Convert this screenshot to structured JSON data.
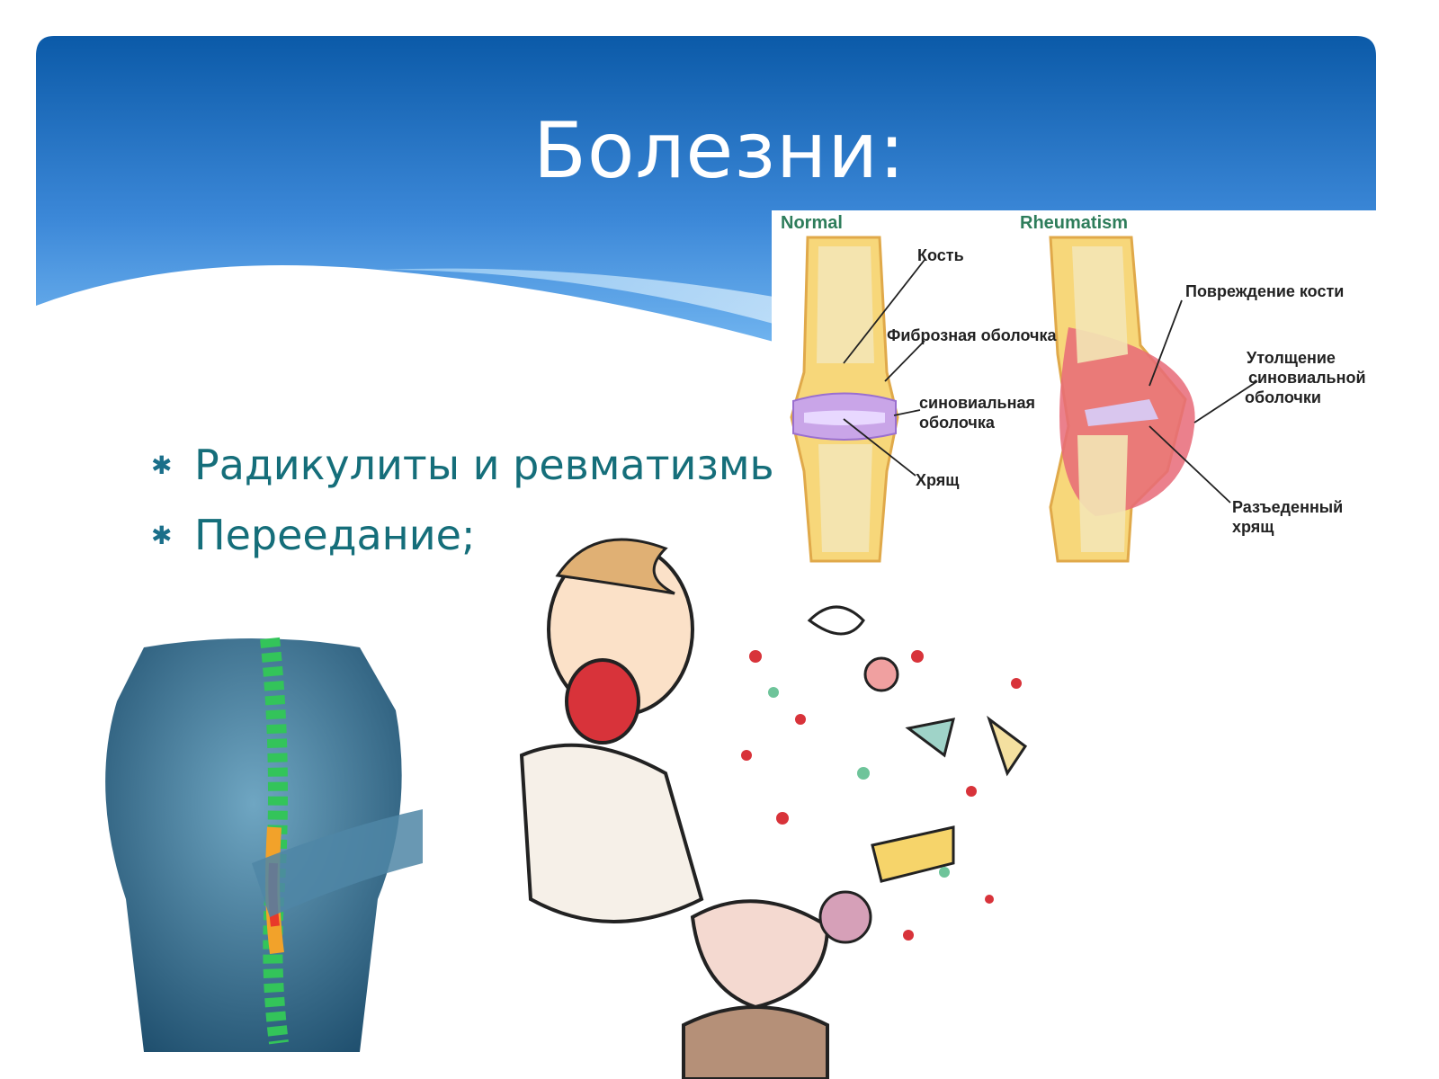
{
  "slide": {
    "title": "Болезни:",
    "bullets": [
      {
        "icon": "asterisk-icon",
        "text": "Радикулиты и ревматизмы;"
      },
      {
        "icon": "asterisk-icon",
        "text": "Переедание;"
      }
    ]
  },
  "joint_diagram": {
    "normal_heading": "Normal",
    "rheumatism_heading": "Rheumatism",
    "labels": {
      "bone": "Кость",
      "fibrous": "Фиброзная оболочка",
      "synovial_1": "синовиальная",
      "synovial_2": "оболочка",
      "cartilage": "Хрящ",
      "damage": "Повреждение кости",
      "thick_1": "Утолщение",
      "thick_2": "синовиальной",
      "thick_3": "оболочки",
      "eroded_1": "Разъеденный",
      "eroded_2": "хрящ"
    }
  },
  "colors": {
    "header_top": "#0b5aa8",
    "header_bottom": "#5aa6ea",
    "bullet_text": "#156e7a"
  }
}
